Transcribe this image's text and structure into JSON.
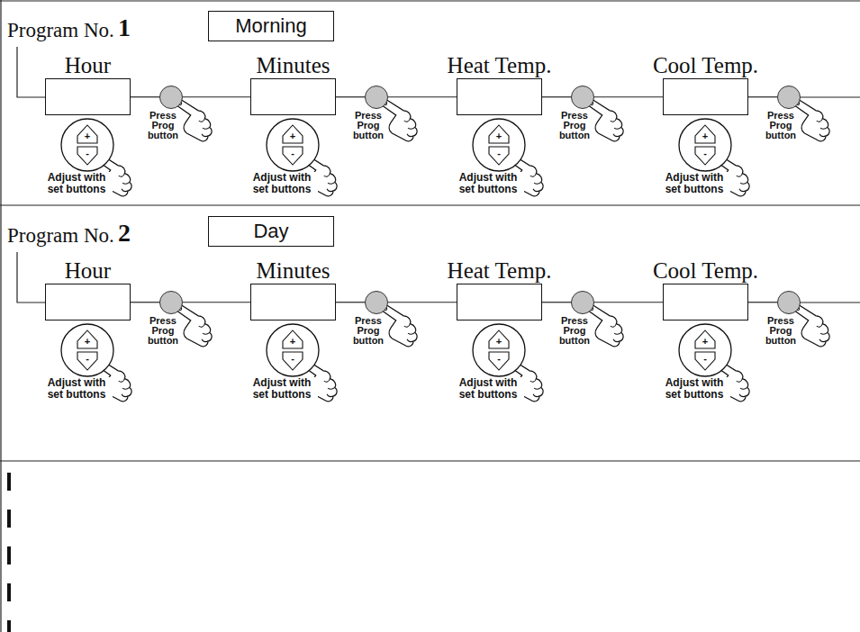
{
  "diagram": {
    "nodes": [
      {
        "text": [
          "Morning"
        ]
      },
      {
        "text": [
          "Hour"
        ]
      },
      {
        "text": [
          "+",
          "-",
          "Adjust with set buttons"
        ]
      },
      {
        "text": [
          "Press Prog button"
        ]
      },
      {
        "text": [
          "Minutes"
        ]
      },
      {
        "text": [
          "+",
          "-",
          "Adjust with set buttons"
        ]
      },
      {
        "text": [
          "Press Prog button"
        ]
      },
      {
        "text": [
          "Heat Temp."
        ]
      },
      {
        "text": [
          "+",
          "-",
          "Adjust with set buttons"
        ]
      },
      {
        "text": [
          "Press Prog button"
        ]
      },
      {
        "text": [
          "Cool Temp."
        ]
      },
      {
        "text": [
          "+",
          "-",
          "Adjust with set buttons"
        ]
      },
      {
        "text": [
          "Press Prog button"
        ]
      },
      {
        "text": [
          "Day"
        ]
      },
      {
        "text": [
          "Hour"
        ]
      },
      {
        "text": [
          "+",
          "-",
          "Adjust with set buttons"
        ]
      },
      {
        "text": [
          "Press Prog button"
        ]
      },
      {
        "text": [
          "Minutes"
        ]
      },
      {
        "text": [
          "+",
          "-",
          "Adjust with set buttons"
        ]
      },
      {
        "text": [
          "Press Prog button"
        ]
      },
      {
        "text": [
          "Heat Temp."
        ]
      },
      {
        "text": [
          "+",
          "-",
          "Adjust with set buttons"
        ]
      },
      {
        "text": [
          "Press Prog button"
        ]
      },
      {
        "text": [
          "Cool Temp."
        ]
      },
      {
        "text": [
          "+",
          "-",
          "Adjust with set buttons"
        ]
      },
      {
        "text": [
          "Press Prog button"
        ]
      }
    ],
    "edges": [
      {
        "from": 1,
        "to": 3,
        "arrow": "none"
      },
      {
        "from": 3,
        "to": 4,
        "arrow": "none"
      },
      {
        "from": 4,
        "to": 6,
        "arrow": "none"
      },
      {
        "from": 6,
        "to": 7,
        "arrow": "none"
      },
      {
        "from": 7,
        "to": 9,
        "arrow": "none"
      },
      {
        "from": 9,
        "to": 10,
        "arrow": "none"
      },
      {
        "from": 10,
        "to": 12,
        "arrow": "none"
      },
      {
        "from": 14,
        "to": 16,
        "arrow": "none"
      },
      {
        "from": 16,
        "to": 17,
        "arrow": "none"
      },
      {
        "from": 17,
        "to": 19,
        "arrow": "none"
      },
      {
        "from": 19,
        "to": 20,
        "arrow": "none"
      },
      {
        "from": 20,
        "to": 22,
        "arrow": "none"
      },
      {
        "from": 22,
        "to": 23,
        "arrow": "none"
      },
      {
        "from": 23,
        "to": 25,
        "arrow": "none"
      }
    ],
    "labels": [
      "Program No.",
      "1",
      "Program No.",
      "2"
    ]
  }
}
